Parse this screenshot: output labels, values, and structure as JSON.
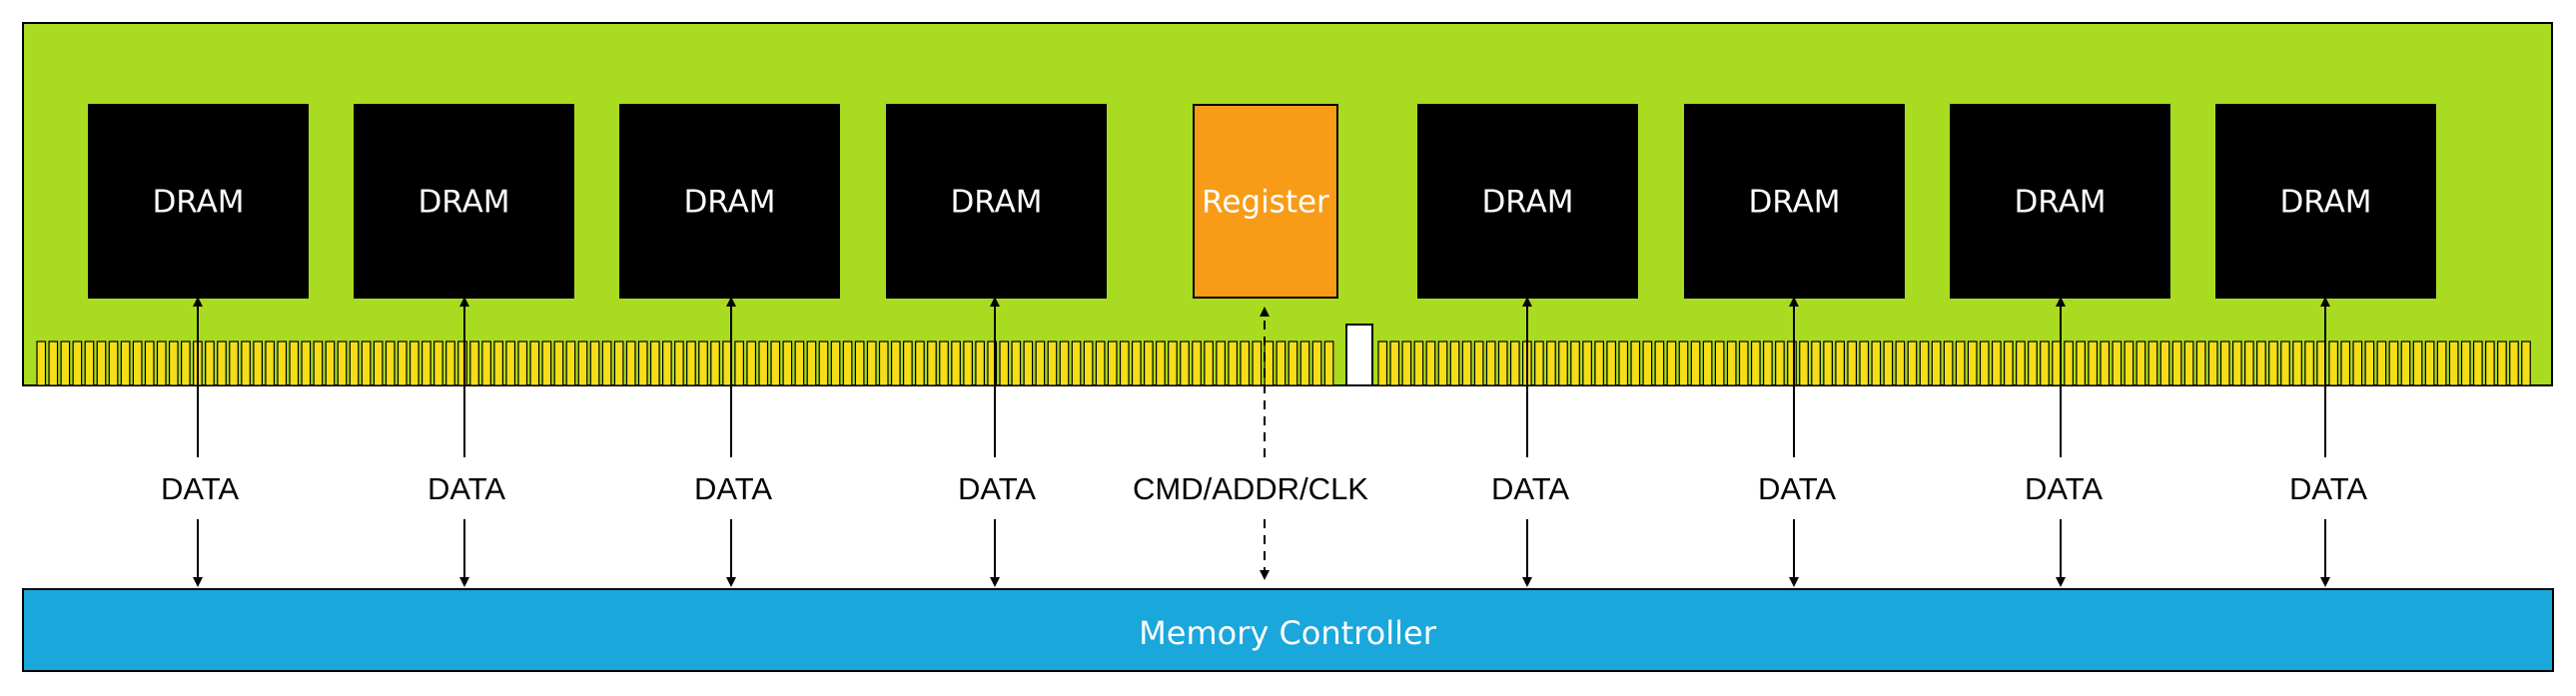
{
  "colors": {
    "pcb": "#a9dc20",
    "dram_chip": "#000000",
    "register_chip": "#f89c18",
    "contact_pin": "#f5dd18",
    "notch": "#ffffff",
    "controller": "#1aa7dc",
    "outline": "#000000"
  },
  "module": {
    "chips": [
      {
        "kind": "dram",
        "label": "DRAM"
      },
      {
        "kind": "dram",
        "label": "DRAM"
      },
      {
        "kind": "dram",
        "label": "DRAM"
      },
      {
        "kind": "dram",
        "label": "DRAM"
      },
      {
        "kind": "register",
        "label": "Register"
      },
      {
        "kind": "dram",
        "label": "DRAM"
      },
      {
        "kind": "dram",
        "label": "DRAM"
      },
      {
        "kind": "dram",
        "label": "DRAM"
      },
      {
        "kind": "dram",
        "label": "DRAM"
      }
    ]
  },
  "signals": [
    {
      "label": "DATA",
      "style": "solid"
    },
    {
      "label": "DATA",
      "style": "solid"
    },
    {
      "label": "DATA",
      "style": "solid"
    },
    {
      "label": "DATA",
      "style": "solid"
    },
    {
      "label": "CMD/ADDR/CLK",
      "style": "dashed"
    },
    {
      "label": "DATA",
      "style": "solid"
    },
    {
      "label": "DATA",
      "style": "solid"
    },
    {
      "label": "DATA",
      "style": "solid"
    },
    {
      "label": "DATA",
      "style": "solid"
    }
  ],
  "controller": {
    "label": "Memory Controller"
  }
}
